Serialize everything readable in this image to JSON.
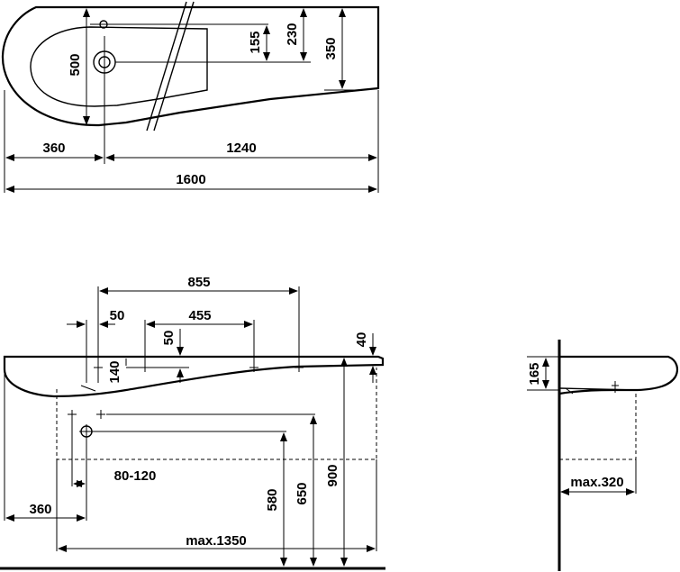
{
  "top_view": {
    "dims": {
      "d500": "500",
      "d155": "155",
      "d230": "230",
      "d350": "350",
      "d360": "360",
      "d1240": "1240",
      "d1600": "1600"
    }
  },
  "front_view": {
    "dims": {
      "d855": "855",
      "d50a": "50",
      "d455": "455",
      "d50b": "50",
      "d40": "40",
      "d140": "140",
      "d80_120": "80-120",
      "d360": "360",
      "d580": "580",
      "d650": "650",
      "d900": "900",
      "dmax1350": "max.1350"
    }
  },
  "side_view": {
    "dims": {
      "d165": "165",
      "dmax320": "max.320"
    }
  }
}
